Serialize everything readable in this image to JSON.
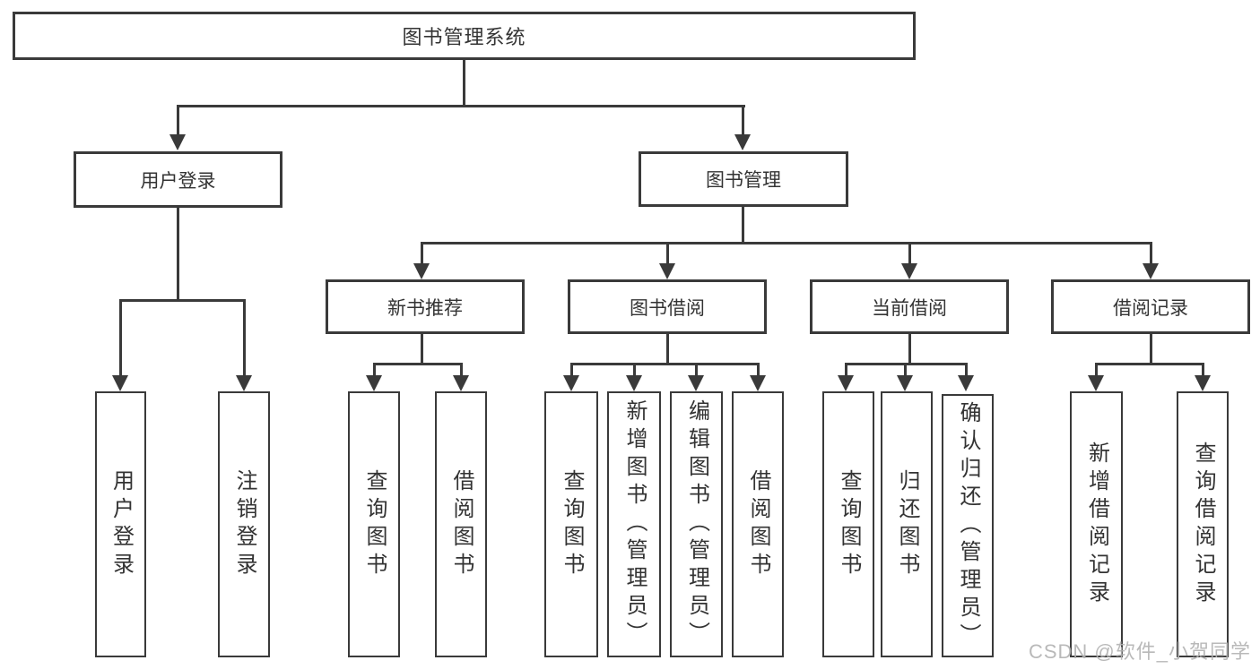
{
  "diagram": {
    "title": "图书管理系统",
    "nodes": {
      "root": "图书管理系统",
      "user_login": "用户登录",
      "book_mgmt": "图书管理",
      "new_books": "新书推荐",
      "book_borrow": "图书借阅",
      "current_borrow": "当前借阅",
      "borrow_records": "借阅记录",
      "ul_login": "用户登录",
      "ul_logout": "注销登录",
      "nb_query": "查询图书",
      "nb_borrow": "借阅图书",
      "bb_query": "查询图书",
      "bb_add": "新增图书（管理员）",
      "bb_edit": "编辑图书（管理员）",
      "bb_borrow": "借阅图书",
      "cb_query": "查询图书",
      "cb_return": "归还图书",
      "cb_confirm": "确认归还（管理员）",
      "br_add": "新增借阅记录",
      "br_query": "查询借阅记录"
    },
    "colors": {
      "line": "#3a3a3a",
      "text": "#333333",
      "background": "#ffffff",
      "watermark": "#b2b2b2"
    }
  },
  "watermark": {
    "text": "CSDN @软件_小贺同学"
  }
}
